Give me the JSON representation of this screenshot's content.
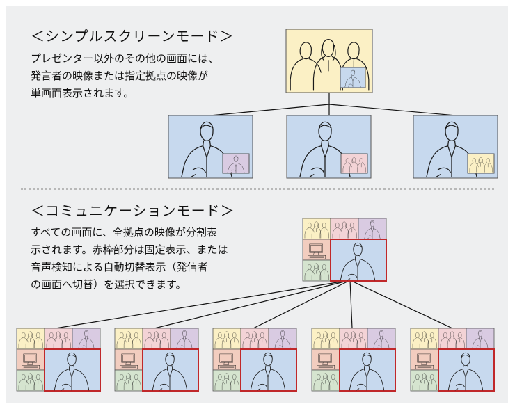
{
  "simple_mode": {
    "heading": "＜シンプルスクリーンモード＞",
    "description": [
      "プレゼンター以外のその他の画面には、",
      "発言者の映像または指定拠点の映像が",
      "単画面表示されます。"
    ]
  },
  "communication_mode": {
    "heading": "＜コミュニケーションモード＞",
    "description": [
      "すべての画面に、全拠点の映像が分割表",
      "示されます。赤枠部分は固定表示、または",
      "音声検知による自動切替表示（発信者",
      "の画面へ切替）を選択できます。"
    ]
  },
  "colors": {
    "panel_background": "#eeeff0",
    "presenter_screen": "#fbf0c5",
    "participant_screen": "#c7d9ee",
    "tile_pink": "#f3d3d6",
    "tile_purple": "#d9cbe2",
    "tile_salmon": "#f2cdbf",
    "tile_green": "#d5e4cf",
    "fixed_display_frame": "#c0282a"
  },
  "icons": [
    "presenter-group-screen",
    "speaker-screen",
    "split-screen"
  ]
}
